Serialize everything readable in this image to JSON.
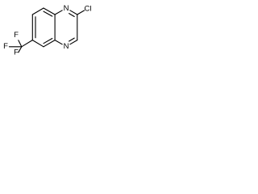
{
  "molecule": {
    "labels": {
      "n_top": "N",
      "n_bottom": "N",
      "chlorine": "Cl",
      "fluorine_top": "F",
      "fluorine_left": "F",
      "fluorine_bottom": "F"
    }
  }
}
